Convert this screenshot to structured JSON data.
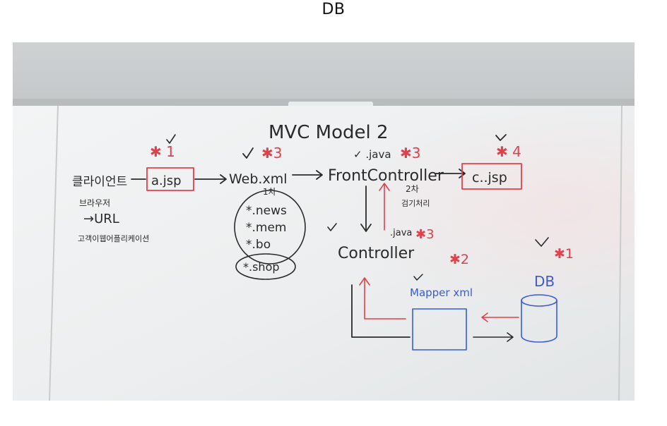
{
  "page": {
    "title": "DB"
  },
  "photo": {
    "subject": "whiteboard",
    "ink_colors": {
      "black": "#2a2a2a",
      "red": "#e0414b",
      "blue": "#3b5bd6"
    },
    "texts": {
      "heading": "MVC  Model 2",
      "client": "클라이언트",
      "browser": "브라우저",
      "url": "→URL",
      "webapp": "고객이웹어플리케이션",
      "ajsp": "a.jsp",
      "webxml": "Web.xml",
      "first": "1차",
      "news": "*.news",
      "mem": "*.mem",
      "bo": "*.bo",
      "shop": "*.shop",
      "java_top": "✓ .java",
      "frontcontroller": "FrontController",
      "second": "2차",
      "second_sub": "검기처리",
      "cjsp": "c..jsp",
      "controller": "Controller",
      "java_mid": ".java",
      "mapper": "Mapper xml",
      "db": "DB",
      "star1a": "✱ 1",
      "star3a": "✱3",
      "star3b": "✱3",
      "star4": "✱ 4",
      "star3c": "✱3",
      "star2": "✱2",
      "star1b": "✱1"
    }
  }
}
